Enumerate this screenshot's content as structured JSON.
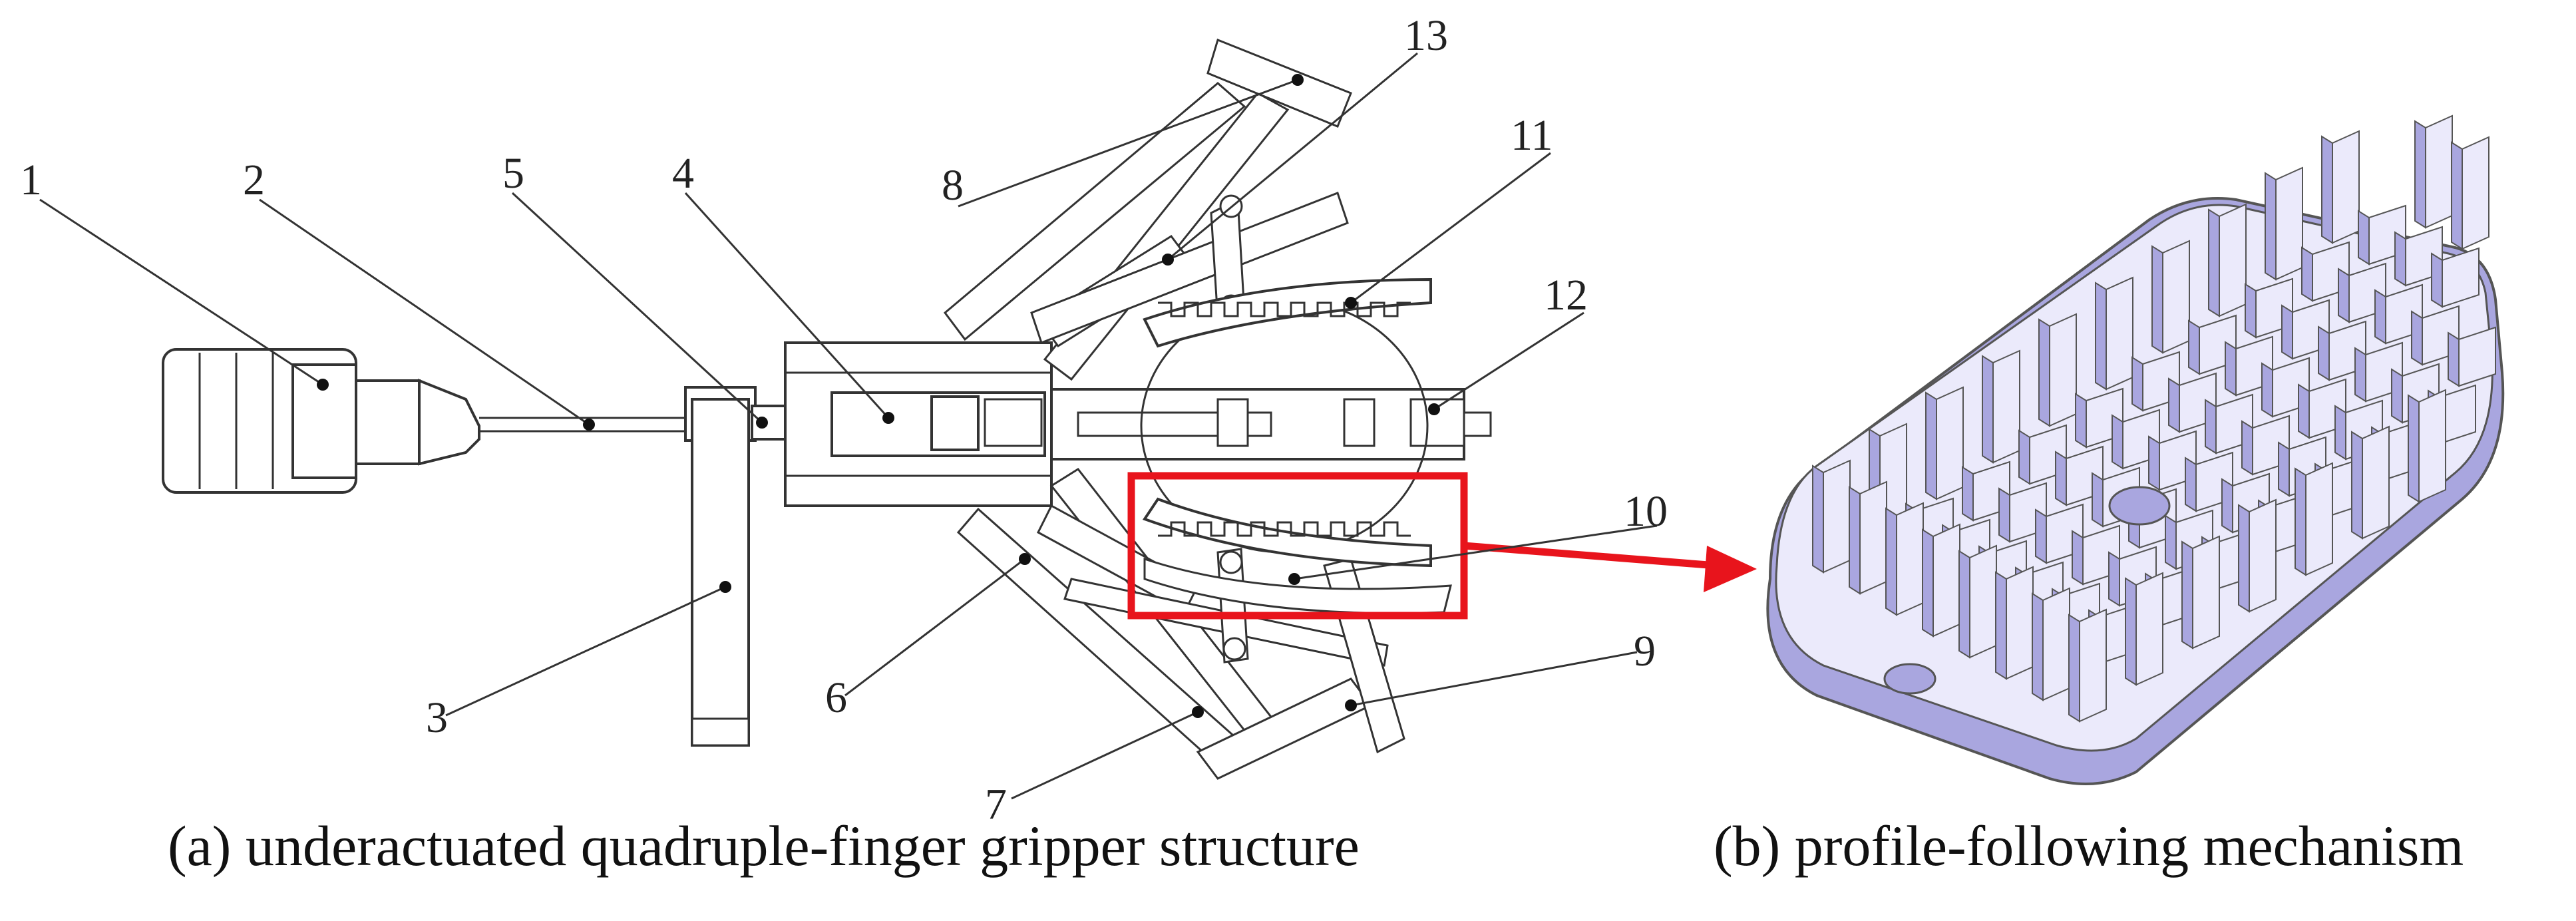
{
  "figure": {
    "captions": {
      "a": "(a) underactuated quadruple-finger gripper structure",
      "b": "(b) profile-following mechanism"
    },
    "callouts": [
      "1",
      "2",
      "3",
      "4",
      "5",
      "6",
      "7",
      "8",
      "9",
      "10",
      "11",
      "12",
      "13"
    ],
    "colors": {
      "highlight": "#e8141c",
      "mechanism_face": "#ebeafb",
      "mechanism_side": "#a9a6df",
      "line": "#333333"
    }
  }
}
